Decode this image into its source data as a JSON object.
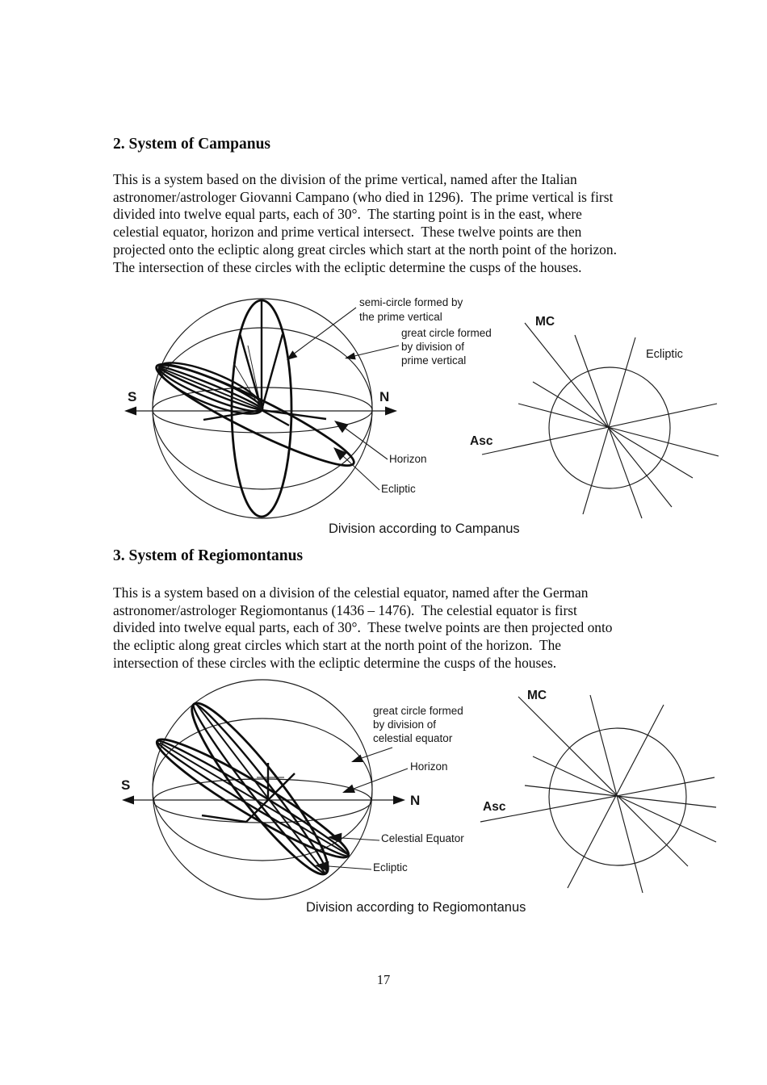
{
  "page": {
    "number": "17"
  },
  "section_campanus": {
    "heading": "2. System of Campanus",
    "body_lines": [
      "This is a system based on the division of the prime vertical, named after the Italian",
      "astronomer/astrologer Giovanni Campano (who died in 1296).  The prime vertical is first",
      "divided into twelve equal parts, each of 30°.  The starting point is in the east, where",
      "celestial equator, horizon and prime vertical intersect.  These twelve points are then",
      "projected onto the ecliptic along great circles which start at the north point of the horizon.",
      "The intersection of these circles with the ecliptic determine the cusps of the houses."
    ]
  },
  "section_regiomontanus": {
    "heading": "3. System of Regiomontanus",
    "body_lines": [
      "This is a system based on a division of the celestial equator, named after the German",
      "astronomer/astrologer Regiomontanus (1436 – 1476).  The celestial equator is first",
      "divided into twelve equal parts, each of 30°.  These twelve points are then projected onto",
      "the ecliptic along great circles which start at the north point of the horizon.  The",
      "intersection of these circles with the ecliptic determine the cusps of the houses."
    ]
  },
  "figure_campanus": {
    "caption": "Division according to Campanus",
    "sphere_labels": {
      "semi_circle_line1": "semi-circle formed by",
      "semi_circle_line2": "the prime vertical",
      "great_circle_line1": "great circle formed",
      "great_circle_line2": "by division of",
      "great_circle_line3": "prime vertical",
      "south": "S",
      "north": "N",
      "horizon": "Horizon",
      "ecliptic": "Ecliptic"
    },
    "wheel_labels": {
      "mc": "MC",
      "ecliptic": "Ecliptic",
      "asc": "Asc"
    }
  },
  "figure_regiomontanus": {
    "caption": "Division according to Regiomontanus",
    "sphere_labels": {
      "great_circle_line1": "great circle formed",
      "great_circle_line2": "by division of",
      "great_circle_line3": "celestial equator",
      "horizon": "Horizon",
      "celestial_equator": "Celestial Equator",
      "ecliptic": "Ecliptic",
      "south": "S",
      "north": "N"
    },
    "wheel_labels": {
      "mc": "MC",
      "asc": "Asc"
    }
  }
}
